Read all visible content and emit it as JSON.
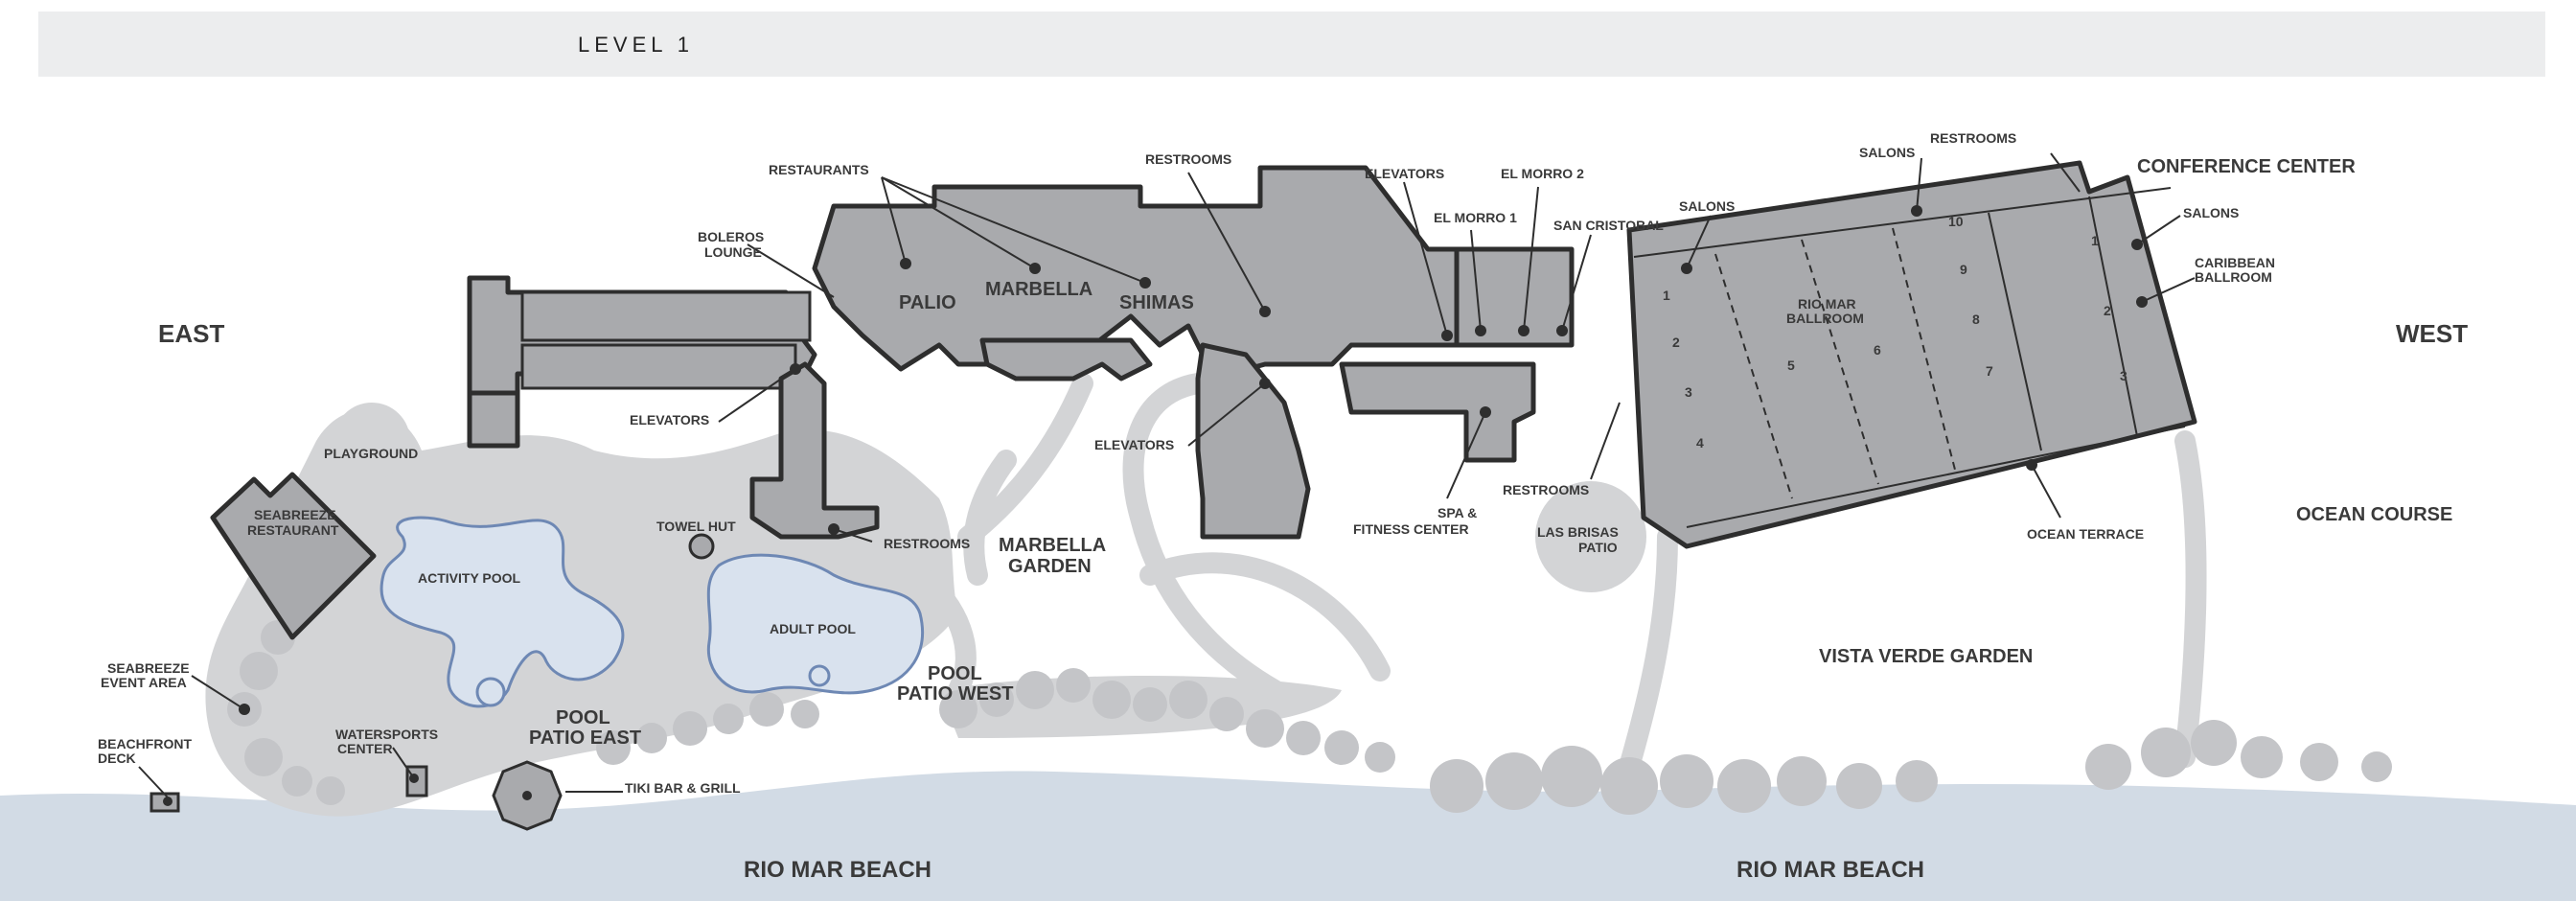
{
  "header": {
    "title": "LEVEL 1"
  },
  "labels": {
    "east": "EAST",
    "west": "WEST",
    "restaurants": "RESTAURANTS",
    "boleros_lounge": [
      "BOLEROS",
      "LOUNGE"
    ],
    "palio": "PALIO",
    "marbella": "MARBELLA",
    "shimas": "SHIMAS",
    "restrooms_top": "RESTROOMS",
    "elevators_top": "ELEVATORS",
    "el_morro_1": "EL MORRO 1",
    "el_morro_2": "EL MORRO 2",
    "san_cristobal": "SAN CRISTOBAL",
    "salons_left": "SALONS",
    "salons_top": "SALONS",
    "restrooms_conf": "RESTROOMS",
    "conference_center": "CONFERENCE CENTER",
    "salons_right": "SALONS",
    "caribbean_ballroom": [
      "CARIBBEAN",
      "BALLROOM"
    ],
    "rio_mar_ballroom": [
      "RIO MAR",
      "BALLROOM"
    ],
    "playground": "PLAYGROUND",
    "seabreeze_restaurant": [
      "SEABREEZE",
      "RESTAURANT"
    ],
    "elevators_left": "ELEVATORS",
    "elevators_mid": "ELEVATORS",
    "towel_hut": "TOWEL HUT",
    "restrooms_pool": "RESTROOMS",
    "activity_pool": "ACTIVITY POOL",
    "adult_pool": "ADULT POOL",
    "marbella_garden": [
      "MARBELLA",
      "GARDEN"
    ],
    "spa_fitness": [
      "SPA &",
      "FITNESS CENTER"
    ],
    "restrooms_spa": "RESTROOMS",
    "las_brisas_patio": [
      "LAS BRISAS",
      "PATIO"
    ],
    "ocean_terrace": "OCEAN TERRACE",
    "ocean_course": "OCEAN COURSE",
    "vista_verde_garden": "VISTA VERDE GARDEN",
    "seabreeze_event_area": [
      "SEABREEZE",
      "EVENT AREA"
    ],
    "beachfront_deck": [
      "BEACHFRONT",
      "DECK"
    ],
    "watersports_center": [
      "WATERSPORTS",
      "CENTER"
    ],
    "pool_patio_east": [
      "POOL",
      "PATIO EAST"
    ],
    "pool_patio_west": [
      "POOL",
      "PATIO WEST"
    ],
    "tiki_bar_grill": "TIKI BAR & GRILL",
    "rio_mar_beach_left": "RIO MAR BEACH",
    "rio_mar_beach_right": "RIO MAR BEACH"
  },
  "room_numbers": {
    "ballroom_left": [
      "1",
      "2",
      "3",
      "4"
    ],
    "ballroom_mid": [
      "5",
      "6"
    ],
    "ballroom_right": [
      "10",
      "9",
      "8",
      "7"
    ],
    "caribbean": [
      "1",
      "2",
      "3"
    ]
  },
  "colors": {
    "building": "#a9aaad",
    "outline": "#2e2e2e",
    "grounds": "#d3d4d6",
    "pool": "#d9e2ee",
    "pool_edge": "#6e88b4",
    "sea": "#d2dbe5",
    "header_bar": "#ecedee"
  }
}
